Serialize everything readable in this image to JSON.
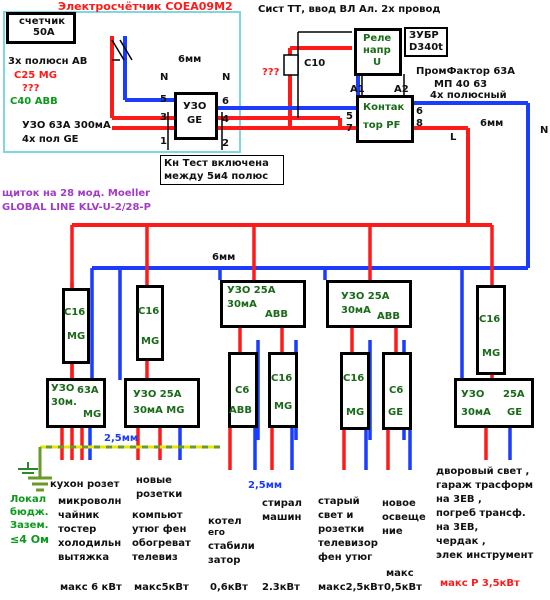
{
  "top": {
    "meter_title": "Электросчётчик СОЕА09М2",
    "system": "Сист ТТ,  ввод  ВЛ Ал. 2х провод",
    "meter_box": {
      "label": "счетчик",
      "amps": "50A"
    },
    "breaker_desc": "3х полюсн АВ",
    "c25": "C25  MG",
    "q1": "???",
    "c40": "C40 ABB",
    "uzo_main": "УЗО 63А 300мА",
    "uzo_main2": "4х пол  GE",
    "six_mm": "6мм",
    "c10": "C10",
    "q2": "???",
    "relay": [
      "Реле",
      "напр",
      "U"
    ],
    "zubr": [
      "ЗУБР",
      "D340t"
    ],
    "promfactor": [
      "ПромФактор 63А",
      "МП 40 63",
      "4х полюсный"
    ],
    "contactor": [
      "Контак",
      "тор PF"
    ],
    "a1": "A1",
    "a2": "A2",
    "n_right": "N",
    "l_right": "L",
    "six_mm_right": "6мм"
  },
  "uzo_ge": {
    "l1": "УЗО",
    "l2": "GE",
    "pins": [
      "N",
      "N",
      "5",
      "6",
      "3",
      "4",
      "1",
      "2"
    ]
  },
  "contactor_pins": [
    "5",
    "6",
    "7",
    "8"
  ],
  "test_note": [
    "Кн Тест включена",
    "между 5и4 полюс"
  ],
  "panel_note": [
    "щиток на 28 мод. Moeller",
    "GLOBAL LINE KLV-U-2/28-P"
  ],
  "bus_6mm": "6мм",
  "breakers": [
    {
      "l1": "C16",
      "l2": "MG"
    },
    {
      "l1": "C16",
      "l2": "MG"
    },
    {
      "l1": "C6",
      "l2": "ABB"
    },
    {
      "l1": "C16",
      "l2": "MG"
    },
    {
      "l1": "C16",
      "l2": "MG"
    },
    {
      "l1": "C6",
      "l2": "GE"
    },
    {
      "l1": "C16",
      "l2": "MG"
    }
  ],
  "rcds": [
    {
      "l1": "УЗО",
      "l1b": "63A",
      "l2": "30м.",
      "l3": "MG"
    },
    {
      "l1": "УЗО 25A",
      "l2": "30мА MG"
    },
    {
      "l1": "УЗО 25А",
      "l2": "30мА",
      "l3": "ABB"
    },
    {
      "l1": "УЗО 25А",
      "l2": "30мА",
      "l3": "ABB"
    },
    {
      "l1": "УЗО",
      "l1b": "25A",
      "l2": "30мА",
      "l3": "GE"
    }
  ],
  "mm25": [
    "2,5мм",
    "2,5мм"
  ],
  "ground": [
    "Локал",
    "бюдж.",
    "Зазем.",
    "≤4 Ом"
  ],
  "loads": [
    {
      "lines": [
        "кухон розет"
      ]
    },
    {
      "lines": [
        "микроволн",
        "чайник",
        "тостер",
        "холодильн",
        "вытяжка"
      ]
    },
    {
      "lines": [
        "новые",
        "розетки"
      ]
    },
    {
      "lines": [
        "компьют",
        "утюг фен",
        "обогреват",
        "телевиз"
      ]
    },
    {
      "lines": [
        "котел",
        "его",
        "стабили",
        "затор"
      ]
    },
    {
      "lines": [
        "стирал",
        "машин"
      ]
    },
    {
      "lines": [
        "старый",
        "свет и",
        "розетки",
        "телевизор",
        "фен утюг"
      ]
    },
    {
      "lines": [
        "новое",
        "освеще",
        "ние"
      ]
    },
    {
      "lines": [
        "дворовый свет ,",
        "гараж трасформ",
        "на 3ЕВ ,",
        "погреб трансф.",
        "на 3ЕВ,",
        "чердак ,",
        "элек   инструмент"
      ]
    }
  ],
  "totals": [
    "макс 6 кВт",
    "макс5кВт",
    "0,6кВт",
    "2.3кВт",
    "макс2,5кВт",
    "макс",
    "0,5кВт",
    "макс Р 3,5кВт"
  ],
  "colors": {
    "phase": "#ff1a1a",
    "neutral": "#1a3cff",
    "pe": "#6a9a2a",
    "frame": "#7fd8e0"
  }
}
